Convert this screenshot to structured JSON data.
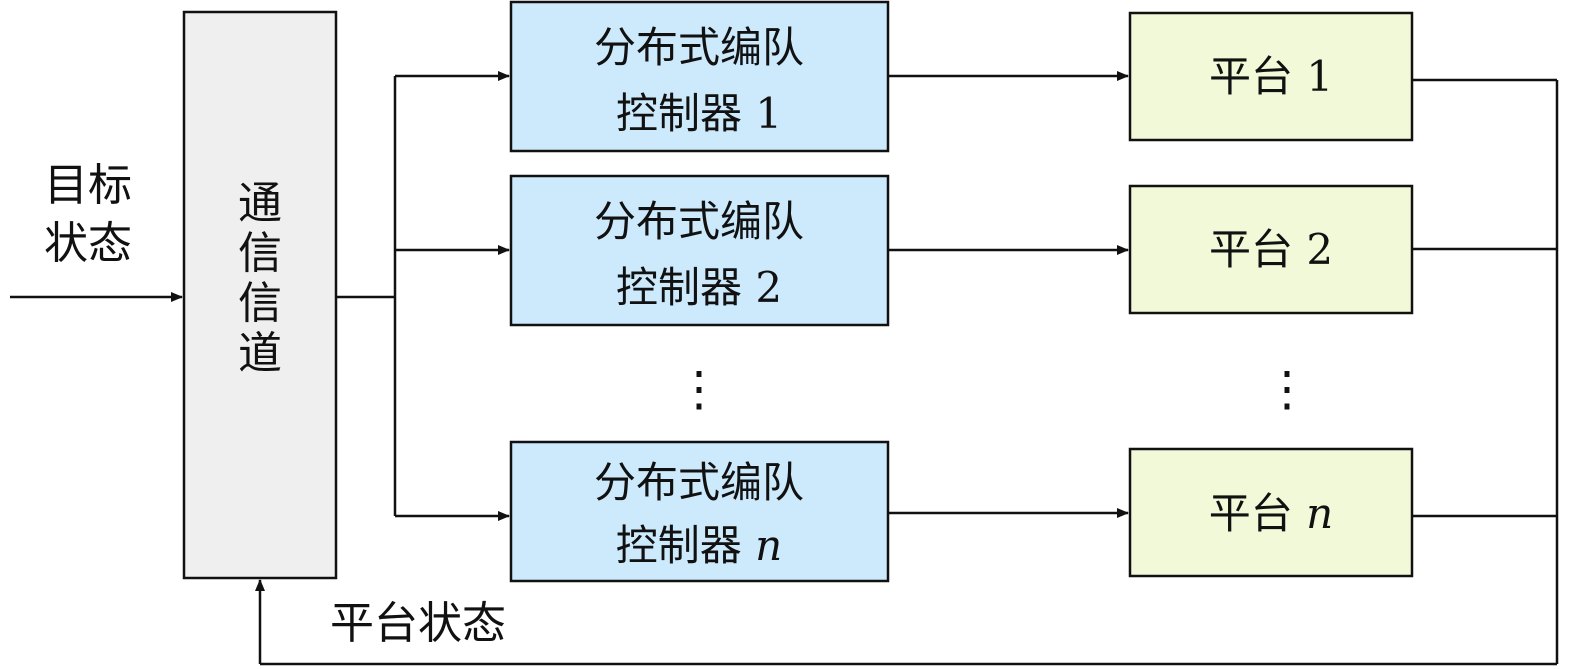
{
  "colors": {
    "channel_fill": "#efefef",
    "controller_fill": "#cdeafd",
    "platform_fill": "#f2f9d8",
    "line": "#111111"
  },
  "input": {
    "line1": "目标",
    "line2": "状态"
  },
  "channel": {
    "chars": [
      "通",
      "信",
      "信",
      "道"
    ]
  },
  "controllers": [
    {
      "line1": "分布式编队",
      "line2_prefix": "控制器 ",
      "index": "1"
    },
    {
      "line1": "分布式编队",
      "line2_prefix": "控制器 ",
      "index": "2"
    },
    {
      "line1": "分布式编队",
      "line2_prefix": "控制器 ",
      "index": "n"
    }
  ],
  "platforms": [
    {
      "prefix": "平台 ",
      "index": "1"
    },
    {
      "prefix": "平台 ",
      "index": "2"
    },
    {
      "prefix": "平台 ",
      "index": "n"
    }
  ],
  "ellipsis": "⋮",
  "feedback": {
    "label": "平台状态"
  }
}
